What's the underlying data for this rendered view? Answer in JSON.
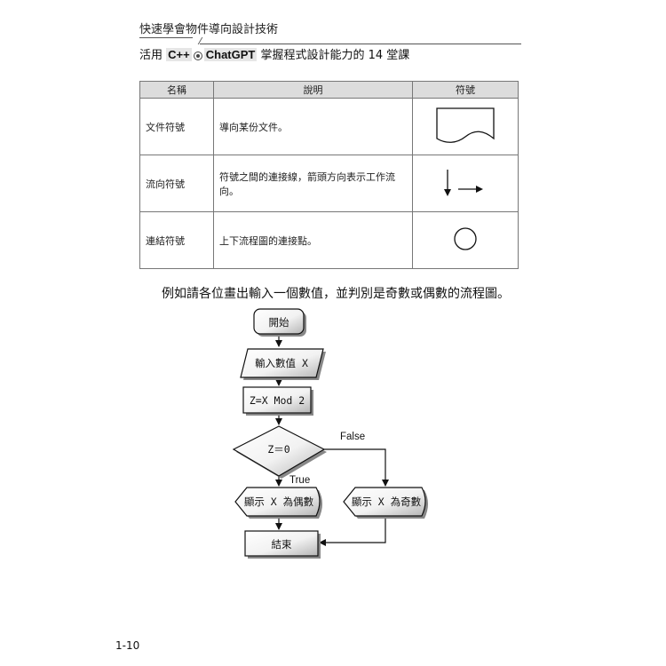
{
  "header": {
    "book_title": "快速學會物件導向設計技術",
    "subtitle_prefix": "活用",
    "subtitle_cpp": "C++",
    "subtitle_chatgpt": "ChatGPT",
    "subtitle_suffix": "掌握程式設計能力的 14 堂課"
  },
  "table": {
    "headers": [
      "名稱",
      "說明",
      "符號"
    ],
    "rows": [
      {
        "name": "文件符號",
        "desc": "導向某份文件。",
        "symbol": "document-symbol-icon"
      },
      {
        "name": "流向符號",
        "desc": "符號之間的連接線，箭頭方向表示工作流向。",
        "symbol": "flow-arrows-icon"
      },
      {
        "name": "連結符號",
        "desc": "上下流程圖的連接點。",
        "symbol": "connector-circle-icon"
      }
    ]
  },
  "caption": "例如請各位畫出輸入一個數值，並判別是奇數或偶數的流程圖。",
  "flowchart": {
    "start": "開始",
    "input": "輸入數值 X",
    "process": "Z=X Mod 2",
    "decision": "Z＝0",
    "false_label": "False",
    "true_label": "True",
    "even": "顯示 X 為偶數",
    "odd": "顯示 X 為奇數",
    "end": "結束"
  },
  "page_number": "1-10"
}
